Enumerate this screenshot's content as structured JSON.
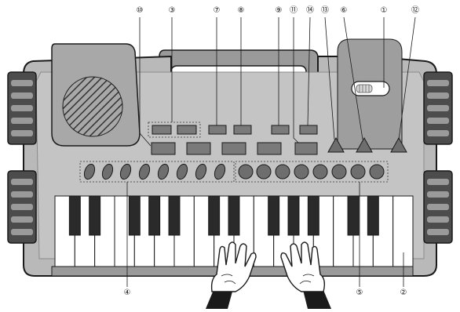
{
  "callouts": {
    "c1": "①",
    "c2": "②",
    "c3": "③",
    "c4": "④",
    "c5": "⑤",
    "c6": "⑥",
    "c7": "⑦",
    "c8": "⑧",
    "c9": "⑨",
    "c10": "⑩",
    "c11": "⑪",
    "c12": "⑫",
    "c13": "⑬",
    "c14": "⑭"
  },
  "colors": {
    "body": "#b9b9b9",
    "body_dark": "#8e8e8e",
    "outline": "#1a1a1a",
    "grip": "#555555",
    "button": "#7a7a7a",
    "white_key": "#ffffff",
    "black_key": "#2a2a2a"
  },
  "keyboard": {
    "white_keys": 18
  }
}
